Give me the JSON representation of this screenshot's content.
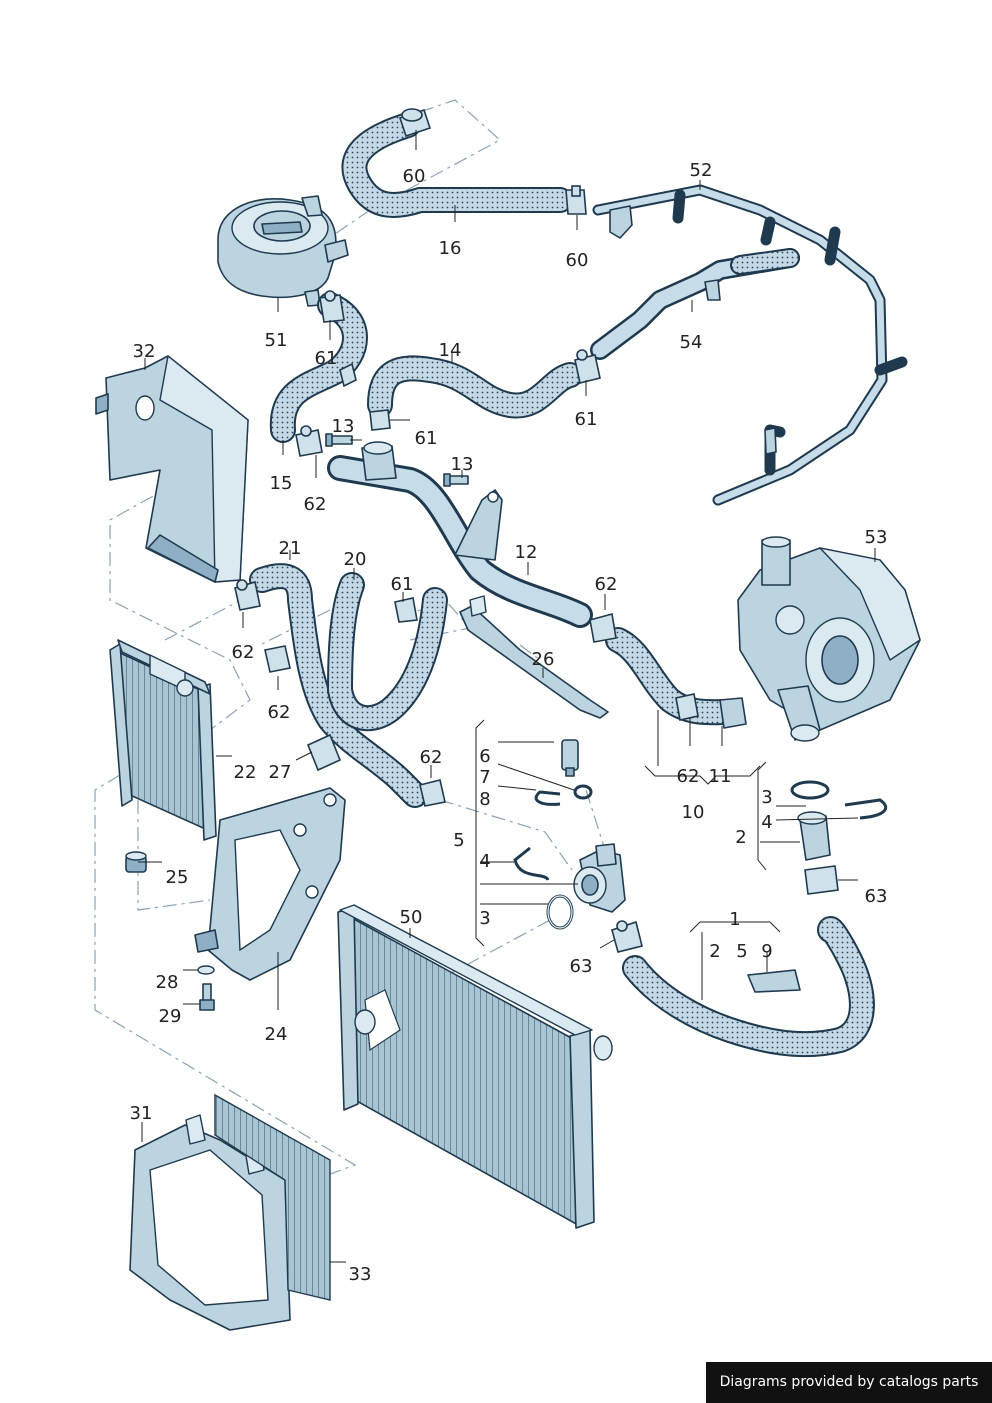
{
  "callouts": [
    {
      "id": "c60a",
      "text": "60"
    },
    {
      "id": "c16",
      "text": "16"
    },
    {
      "id": "c60b",
      "text": "60"
    },
    {
      "id": "c52",
      "text": "52"
    },
    {
      "id": "c51",
      "text": "51"
    },
    {
      "id": "c61a",
      "text": "61"
    },
    {
      "id": "c14",
      "text": "14"
    },
    {
      "id": "c54",
      "text": "54"
    },
    {
      "id": "c61b",
      "text": "61"
    },
    {
      "id": "c32",
      "text": "32"
    },
    {
      "id": "c13a",
      "text": "13"
    },
    {
      "id": "c61c",
      "text": "61"
    },
    {
      "id": "c15",
      "text": "15"
    },
    {
      "id": "c62a",
      "text": "62"
    },
    {
      "id": "c13b",
      "text": "13"
    },
    {
      "id": "c53",
      "text": "53"
    },
    {
      "id": "c21",
      "text": "21"
    },
    {
      "id": "c20",
      "text": "20"
    },
    {
      "id": "c12",
      "text": "12"
    },
    {
      "id": "c61d",
      "text": "61"
    },
    {
      "id": "c62b",
      "text": "62"
    },
    {
      "id": "c62c",
      "text": "62"
    },
    {
      "id": "c26",
      "text": "26"
    },
    {
      "id": "c62d",
      "text": "62"
    },
    {
      "id": "c22",
      "text": "22"
    },
    {
      "id": "c27",
      "text": "27"
    },
    {
      "id": "c62e",
      "text": "62"
    },
    {
      "id": "c6",
      "text": "6"
    },
    {
      "id": "c7",
      "text": "7"
    },
    {
      "id": "c8",
      "text": "8"
    },
    {
      "id": "c62f",
      "text": "62"
    },
    {
      "id": "c11",
      "text": "11"
    },
    {
      "id": "c10",
      "text": "10"
    },
    {
      "id": "c3a",
      "text": "3"
    },
    {
      "id": "c4a",
      "text": "4"
    },
    {
      "id": "c2a",
      "text": "2"
    },
    {
      "id": "c5a",
      "text": "5"
    },
    {
      "id": "c25",
      "text": "25"
    },
    {
      "id": "c4b",
      "text": "4"
    },
    {
      "id": "c63a",
      "text": "63"
    },
    {
      "id": "c50",
      "text": "50"
    },
    {
      "id": "c3b",
      "text": "3"
    },
    {
      "id": "c1",
      "text": "1"
    },
    {
      "id": "c2b",
      "text": "2"
    },
    {
      "id": "c5b",
      "text": "5"
    },
    {
      "id": "c9",
      "text": "9"
    },
    {
      "id": "c63b",
      "text": "63"
    },
    {
      "id": "c28",
      "text": "28"
    },
    {
      "id": "c29",
      "text": "29"
    },
    {
      "id": "c24",
      "text": "24"
    },
    {
      "id": "c31",
      "text": "31"
    },
    {
      "id": "c33",
      "text": "33"
    }
  ],
  "credit": "Diagrams provided by catalogs parts",
  "colors": {
    "ink": "#1f3a4f",
    "part_fill": "#bcd3e0",
    "dashed_line": "#8aa2b8",
    "credit_bg": "#111111"
  }
}
